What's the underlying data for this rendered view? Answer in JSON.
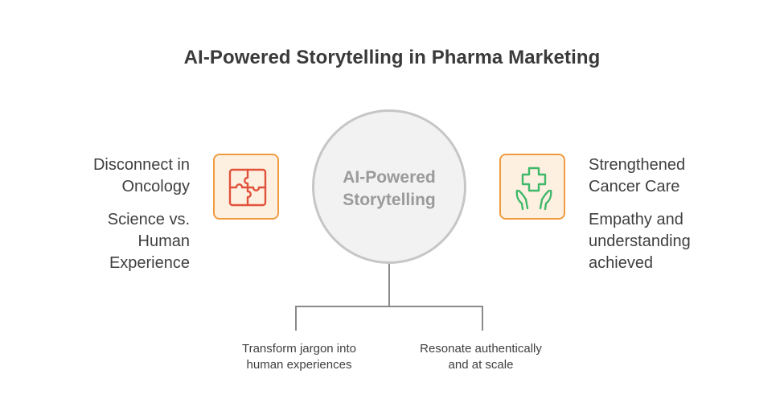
{
  "title": "AI-Powered Storytelling in Pharma Marketing",
  "center": {
    "line1": "AI-Powered",
    "line2": "Storytelling"
  },
  "left": {
    "heading_lines": [
      "Disconnect in",
      "Oncology"
    ],
    "detail_lines": [
      "Science vs.",
      "Human",
      "Experience"
    ],
    "icon": "puzzle-icon"
  },
  "right": {
    "heading_lines": [
      "Strengthened",
      "Cancer Care"
    ],
    "detail_lines": [
      "Empathy and",
      "understanding",
      "achieved"
    ],
    "icon": "medical-cross-hands-icon"
  },
  "branches": [
    {
      "lines": [
        "Transform jargon into",
        "human experiences"
      ]
    },
    {
      "lines": [
        "Resonate authentically",
        "and at scale"
      ]
    }
  ],
  "colors": {
    "left_icon_stroke": "#e0523a",
    "right_icon_stroke": "#3fb86a",
    "icon_box_border": "#ef9b3f",
    "icon_box_fill": "#fdf0e1",
    "circle_fill": "#f2f2f2",
    "circle_border": "#c6c6c6",
    "connector": "#8a8a8a"
  }
}
